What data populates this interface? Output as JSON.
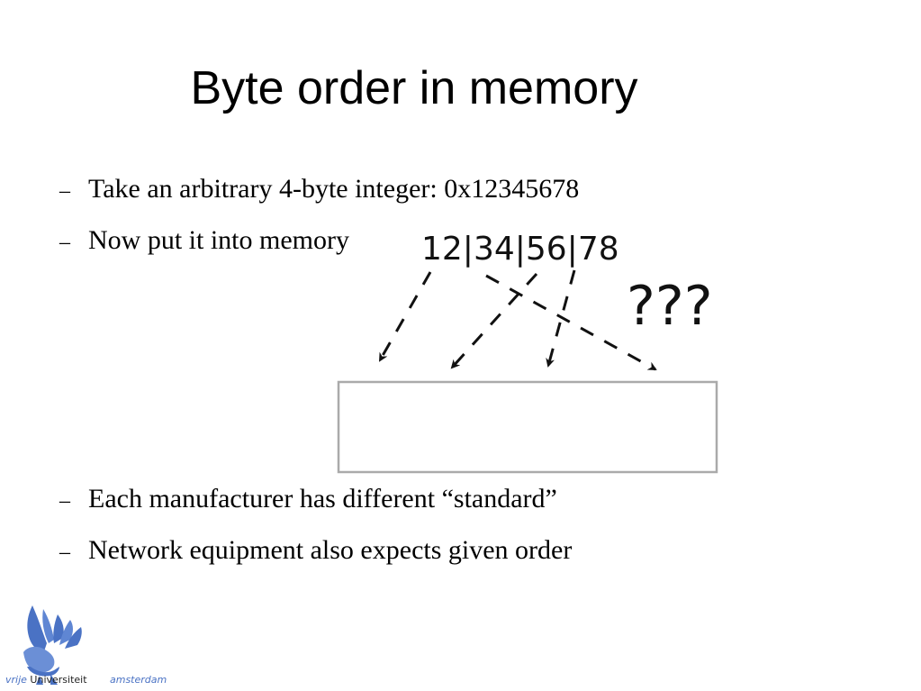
{
  "slide": {
    "title": "Byte order in memory",
    "bullets": [
      {
        "marker": "–",
        "text": "Take an arbitrary 4-byte integer: 0x12345678"
      },
      {
        "marker": "–",
        "text": "Now put it into memory"
      },
      {
        "marker": "–",
        "text": "Each manufacturer has different “standard”"
      },
      {
        "marker": "–",
        "text": "Network equipment also expects given order"
      }
    ]
  },
  "diagram": {
    "bytes_label": "12|34|56|78",
    "question": "???"
  },
  "logo": {
    "word_italic": "vrije",
    "word_regular": "Universiteit",
    "city": "amsterdam",
    "color": "#4a72c4"
  }
}
